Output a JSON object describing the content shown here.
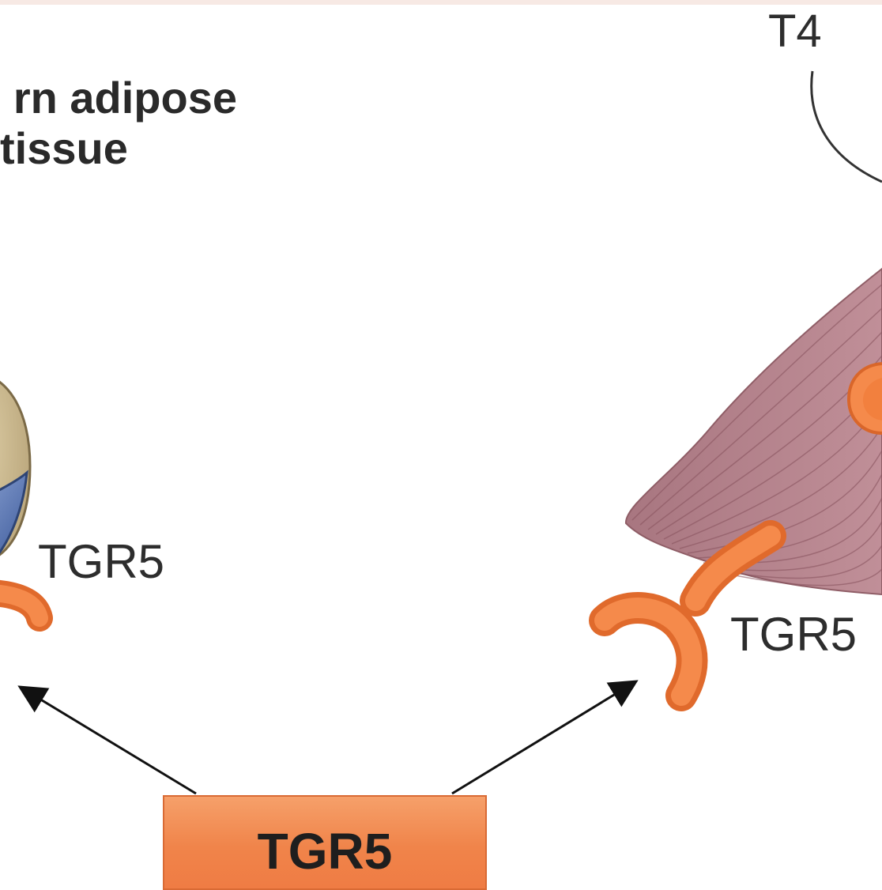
{
  "labels": {
    "bat_line1": "rn adipose",
    "bat_line2": "tissue",
    "t4": "T4",
    "tgr5_left": "TGR5",
    "tgr5_right": "TGR5",
    "tgr5_box": "TGR5"
  },
  "colors": {
    "receptor_orange": "#f07a36",
    "muscle_mauve": "#b7868f",
    "adipocyte_tan": "#c9b88e",
    "adipocyte_blue": "#5b78b4",
    "box_orange": "#f08a50"
  }
}
